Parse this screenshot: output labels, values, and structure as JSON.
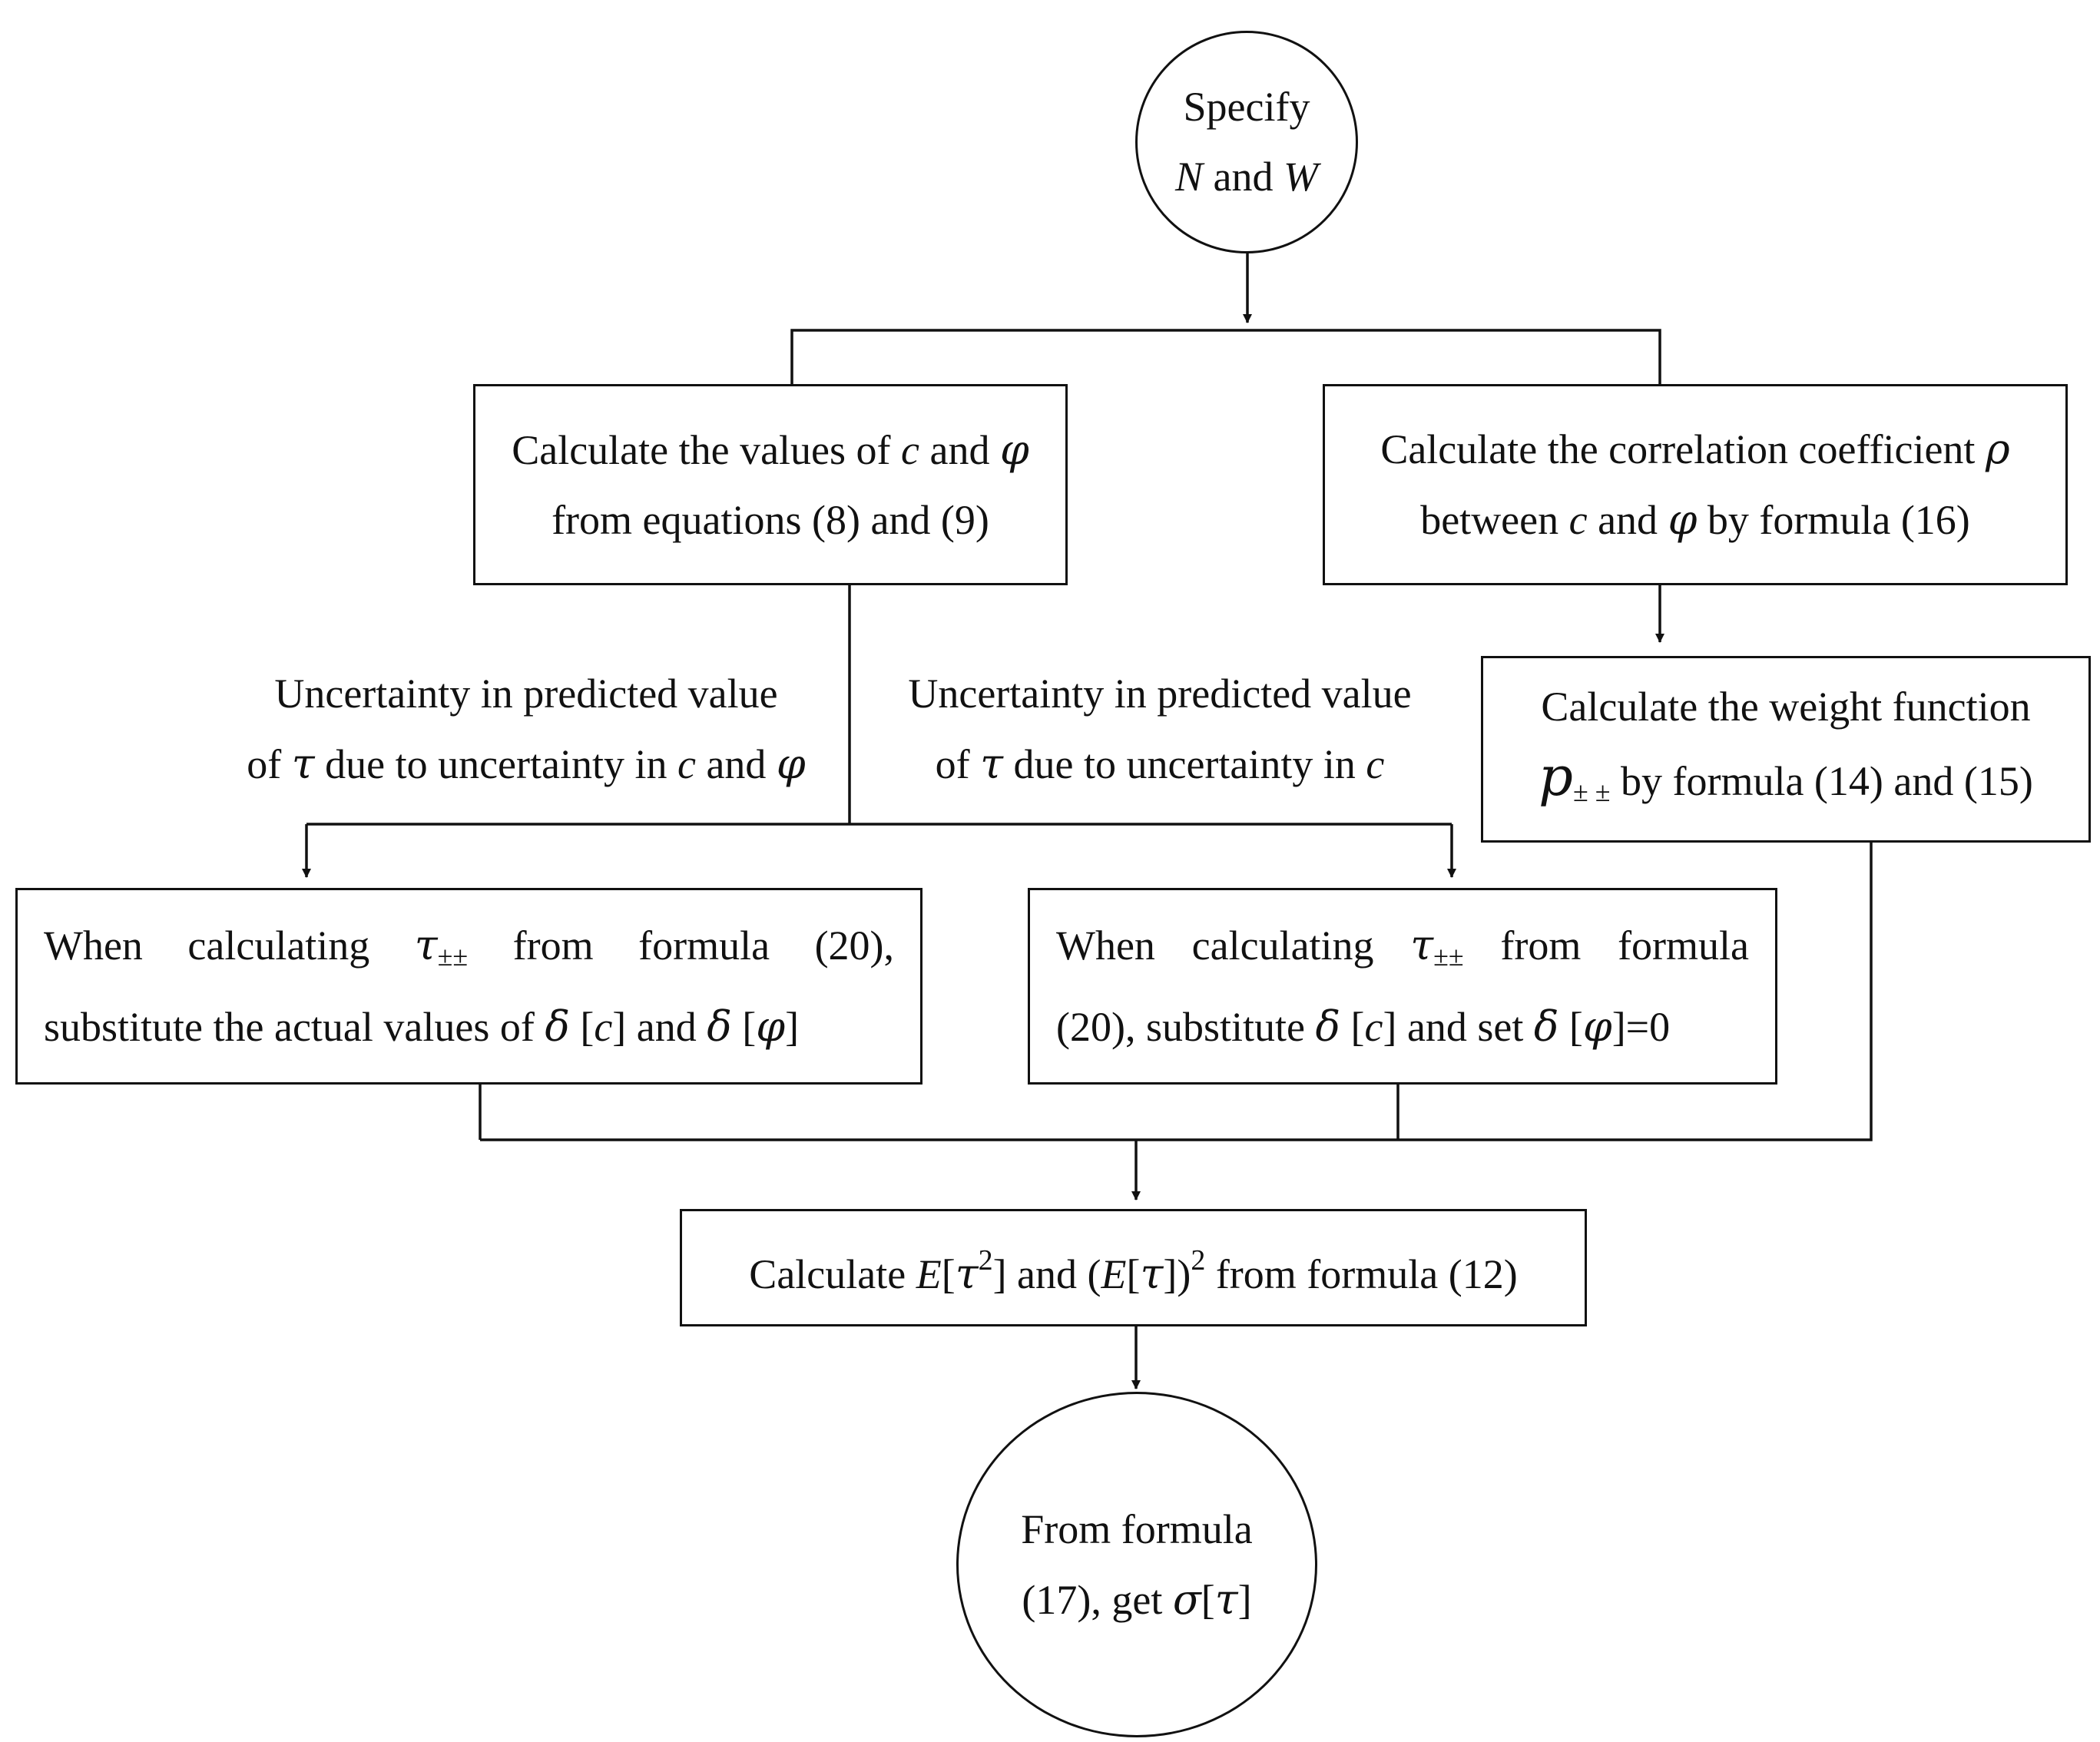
{
  "start": {
    "line1": "Specify",
    "var_n": "N",
    "and": "and",
    "var_w": "W"
  },
  "calc_values": {
    "line1_a": "Calculate the values of",
    "var_c": "c",
    "and": "and",
    "var_phi": "φ",
    "line2": "from equations (8) and (9)"
  },
  "calc_corr": {
    "line1_a": "Calculate the correlation coefficient",
    "var_rho": "ρ",
    "line2_a": "between",
    "var_c": "c",
    "and": "and",
    "var_phi": "φ",
    "line2_b": "by formula (16)"
  },
  "calc_weight": {
    "line1": "Calculate the weight function",
    "var_p": "p",
    "sub": "± ±",
    "line2_b": "by formula (14) and (15)"
  },
  "label_left": {
    "line1": "Uncertainty in predicted value",
    "line2_a": "of",
    "var_tau": "τ",
    "line2_b": "due to uncertainty in",
    "var_c": "c",
    "and": "and",
    "var_phi": "φ"
  },
  "label_right": {
    "line1": "Uncertainty in predicted value",
    "line2_a": "of",
    "var_tau": "τ",
    "line2_b": "due to uncertainty in",
    "var_c": "c"
  },
  "when_actual": {
    "w1": "When",
    "w2": "calculating",
    "var_tau": "τ",
    "sub": "±±",
    "w3": "from",
    "w4": "formula",
    "w5": "(20),",
    "line2_a": "substitute the actual values of",
    "delta": "δ",
    "c_open": "[",
    "var_c": "c",
    "c_close": "]",
    "and": "and",
    "delta2": "δ",
    "p_open": "[",
    "var_phi": "φ",
    "p_close": "]"
  },
  "when_zero": {
    "w1": "When",
    "w2": "calculating",
    "var_tau": "τ",
    "sub": "±±",
    "w3": "from",
    "w4": "formula",
    "line2_a": "(20), substitute",
    "delta": "δ",
    "c_open": "[",
    "var_c": "c",
    "c_close": "]",
    "and_set": "and set",
    "delta2": "δ",
    "p_open": "[",
    "var_phi": "φ",
    "p_close": "]=0"
  },
  "calc_expect": {
    "a": "Calculate",
    "var_e": "E",
    "b": "[",
    "var_tau": "τ",
    "sup": "2",
    "c": "] and (",
    "var_e2": "E",
    "d": "[",
    "var_tau2": "τ",
    "e": "])",
    "sup2": "2",
    "f": "from formula (12)"
  },
  "end": {
    "line1": "From formula",
    "line2_a": "(17), get",
    "var_sigma": "σ",
    "b": "[",
    "var_tau": "τ",
    "c": "]"
  }
}
